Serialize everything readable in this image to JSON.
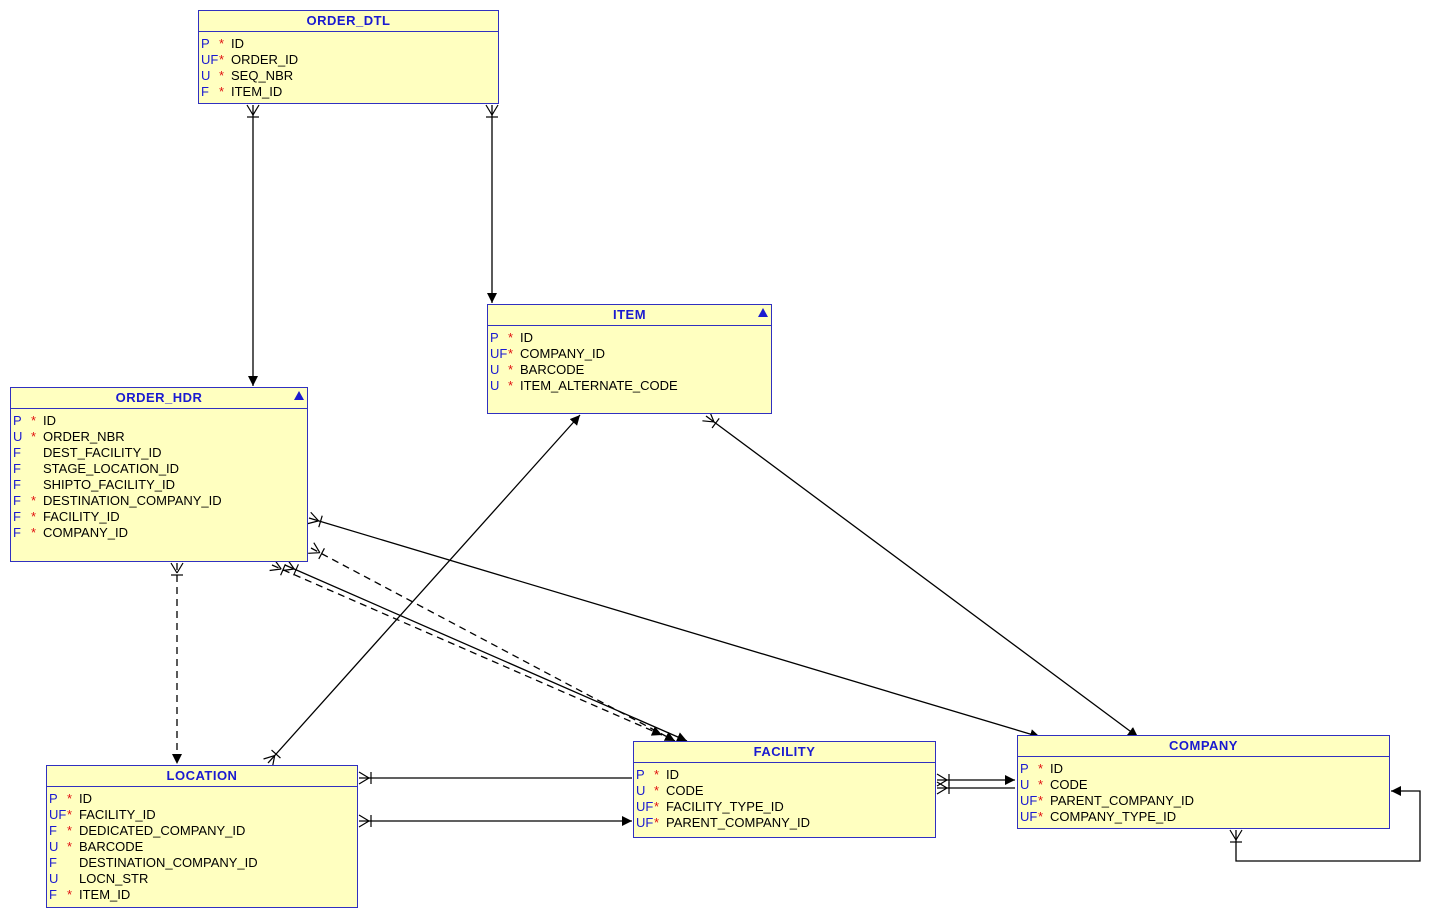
{
  "colors": {
    "entity_fill": "#ffffc0",
    "entity_border": "#3030c0",
    "title": "#1a1ad0",
    "key_flag": "#1a1ad0",
    "required_mark": "#e01010",
    "line": "#000000"
  },
  "entities": {
    "order_dtl": {
      "title": "ORDER_DTL",
      "icon": "",
      "columns": [
        {
          "key": "P",
          "req": "*",
          "name": "ID"
        },
        {
          "key": "UF",
          "req": "*",
          "name": "ORDER_ID"
        },
        {
          "key": "U",
          "req": "*",
          "name": "SEQ_NBR"
        },
        {
          "key": "F",
          "req": "*",
          "name": "ITEM_ID"
        }
      ]
    },
    "item": {
      "title": "ITEM",
      "icon": "triangle-icon",
      "columns": [
        {
          "key": "P",
          "req": "*",
          "name": "ID"
        },
        {
          "key": "UF",
          "req": "*",
          "name": "COMPANY_ID"
        },
        {
          "key": "U",
          "req": "*",
          "name": "BARCODE"
        },
        {
          "key": "U",
          "req": "*",
          "name": "ITEM_ALTERNATE_CODE"
        }
      ]
    },
    "order_hdr": {
      "title": "ORDER_HDR",
      "icon": "triangle-icon",
      "columns": [
        {
          "key": "P",
          "req": "*",
          "name": "ID"
        },
        {
          "key": "U",
          "req": "*",
          "name": "ORDER_NBR"
        },
        {
          "key": "F",
          "req": "",
          "name": "DEST_FACILITY_ID"
        },
        {
          "key": "F",
          "req": "",
          "name": "STAGE_LOCATION_ID"
        },
        {
          "key": "F",
          "req": "",
          "name": "SHIPTO_FACILITY_ID"
        },
        {
          "key": "F",
          "req": "*",
          "name": "DESTINATION_COMPANY_ID"
        },
        {
          "key": "F",
          "req": "*",
          "name": "FACILITY_ID"
        },
        {
          "key": "F",
          "req": "*",
          "name": "COMPANY_ID"
        }
      ]
    },
    "location": {
      "title": "LOCATION",
      "icon": "",
      "columns": [
        {
          "key": "P",
          "req": "*",
          "name": "ID"
        },
        {
          "key": "UF",
          "req": "*",
          "name": "FACILITY_ID"
        },
        {
          "key": "F",
          "req": "*",
          "name": "DEDICATED_COMPANY_ID"
        },
        {
          "key": "U",
          "req": "*",
          "name": "BARCODE"
        },
        {
          "key": "F",
          "req": "",
          "name": "DESTINATION_COMPANY_ID"
        },
        {
          "key": "U",
          "req": "",
          "name": "LOCN_STR"
        },
        {
          "key": "F",
          "req": "*",
          "name": "ITEM_ID"
        }
      ]
    },
    "facility": {
      "title": "FACILITY",
      "icon": "",
      "columns": [
        {
          "key": "P",
          "req": "*",
          "name": "ID"
        },
        {
          "key": "U",
          "req": "*",
          "name": "CODE"
        },
        {
          "key": "UF",
          "req": "*",
          "name": "FACILITY_TYPE_ID"
        },
        {
          "key": "UF",
          "req": "*",
          "name": "PARENT_COMPANY_ID"
        }
      ]
    },
    "company": {
      "title": "COMPANY",
      "icon": "",
      "columns": [
        {
          "key": "P",
          "req": "*",
          "name": "ID"
        },
        {
          "key": "U",
          "req": "*",
          "name": "CODE"
        },
        {
          "key": "UF",
          "req": "*",
          "name": "PARENT_COMPANY_ID"
        },
        {
          "key": "UF",
          "req": "*",
          "name": "COMPANY_TYPE_ID"
        }
      ]
    }
  },
  "relationships": [
    {
      "from": "order_dtl",
      "to": "order_hdr",
      "style": "solid"
    },
    {
      "from": "order_dtl",
      "to": "item",
      "style": "solid"
    },
    {
      "from": "order_hdr",
      "to": "location",
      "style": "dashed"
    },
    {
      "from": "order_hdr",
      "to": "company",
      "style": "solid"
    },
    {
      "from": "order_hdr",
      "to": "facility",
      "style": "dashed"
    },
    {
      "from": "order_hdr",
      "to": "facility",
      "style": "solid"
    },
    {
      "from": "order_hdr",
      "to": "facility",
      "style": "dashed"
    },
    {
      "from": "location",
      "to": "item",
      "style": "solid"
    },
    {
      "from": "item",
      "to": "company",
      "style": "solid"
    },
    {
      "from": "location",
      "to": "facility",
      "style": "solid"
    },
    {
      "from": "location",
      "to": "facility",
      "style": "solid"
    },
    {
      "from": "facility",
      "to": "company",
      "style": "solid"
    },
    {
      "from": "company",
      "to": "company",
      "style": "solid"
    }
  ]
}
